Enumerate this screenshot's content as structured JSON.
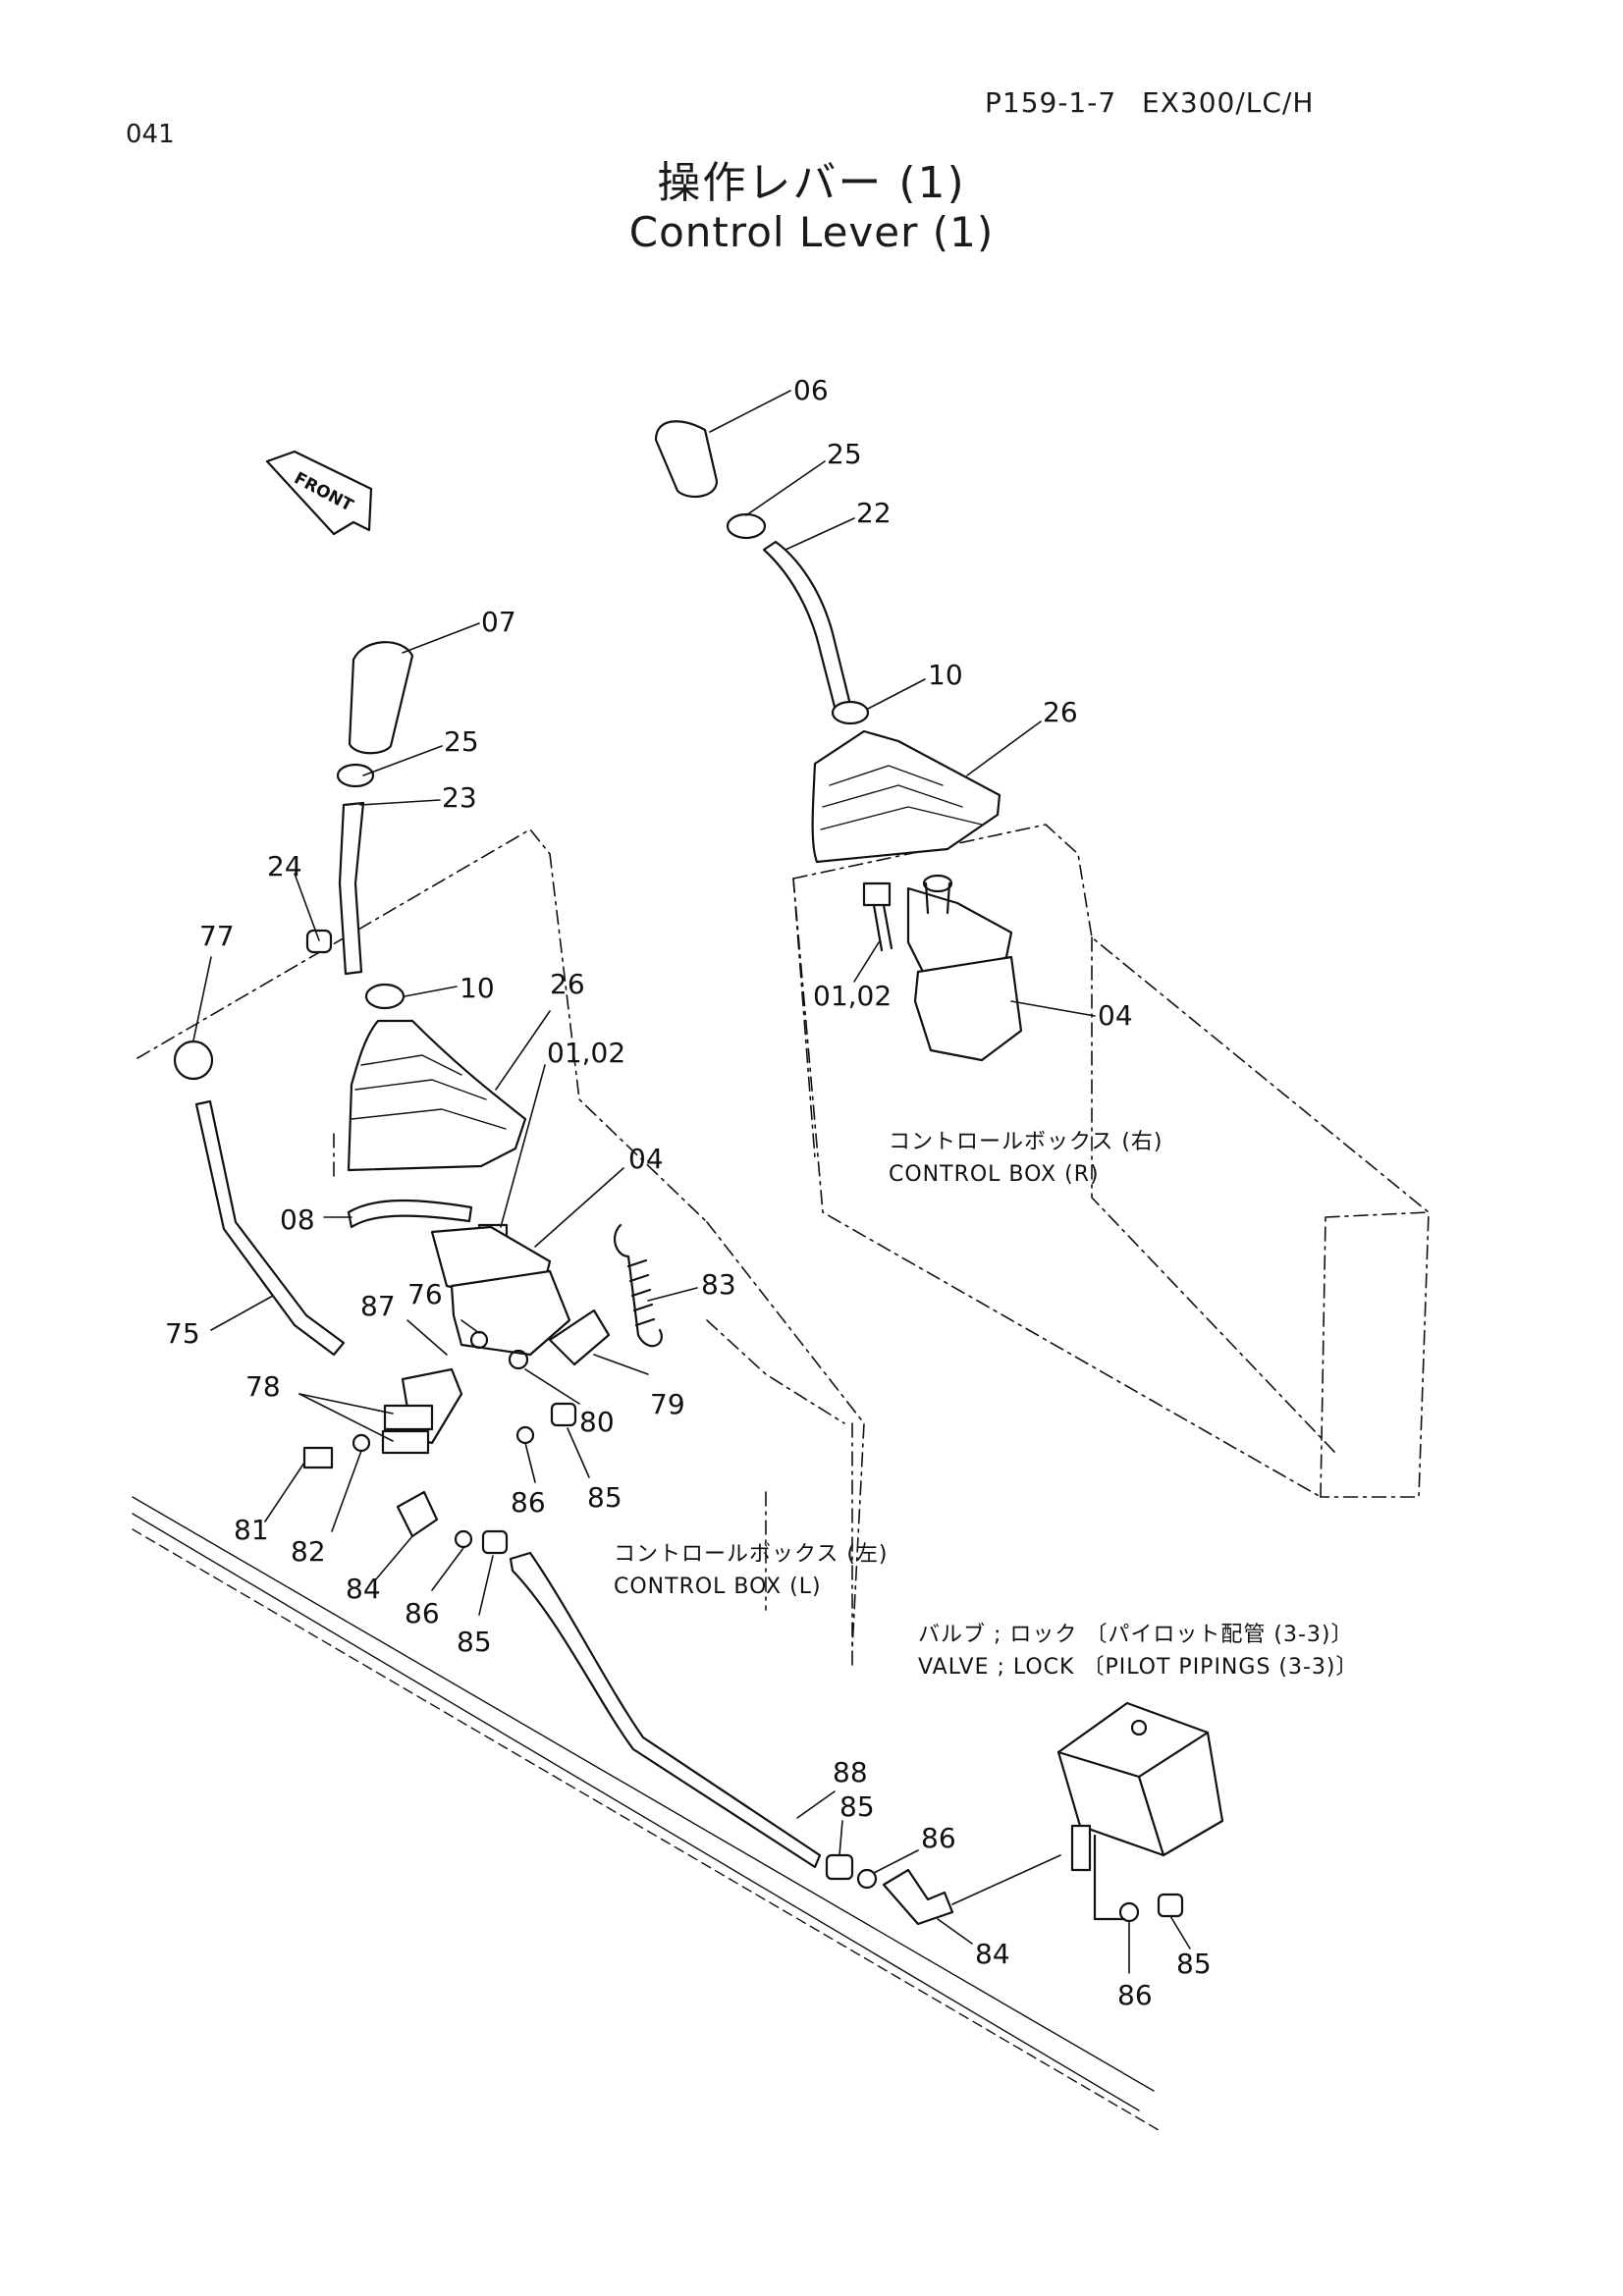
{
  "header": {
    "page_number": "041",
    "doc_ref": "P159-1-7",
    "model": "EX300/LC/H",
    "title_jp": "操作レバー (1)",
    "title_en": "Control Lever (1)"
  },
  "front_indicator": "FRONT",
  "box_labels": {
    "right_jp": "コントロールボックス (右)",
    "right_en": "CONTROL BOX (R)",
    "left_jp": "コントロールボックス (左)",
    "left_en": "CONTROL BOX (L)",
    "valve_jp": "バルブ ; ロック 〔パイロット配管 (3-3)〕",
    "valve_en": "VALVE ; LOCK 〔PILOT PIPINGS (3-3)〕"
  },
  "callouts": [
    {
      "id": "c06",
      "text": "06"
    },
    {
      "id": "c25a",
      "text": "25"
    },
    {
      "id": "c22",
      "text": "22"
    },
    {
      "id": "c10a",
      "text": "10"
    },
    {
      "id": "c26a",
      "text": "26"
    },
    {
      "id": "c0102a",
      "text": "01,02"
    },
    {
      "id": "c04a",
      "text": "04"
    },
    {
      "id": "c07",
      "text": "07"
    },
    {
      "id": "c25b",
      "text": "25"
    },
    {
      "id": "c23",
      "text": "23"
    },
    {
      "id": "c24",
      "text": "24"
    },
    {
      "id": "c77",
      "text": "77"
    },
    {
      "id": "c10b",
      "text": "10"
    },
    {
      "id": "c26b",
      "text": "26"
    },
    {
      "id": "c0102b",
      "text": "01,02"
    },
    {
      "id": "c04b",
      "text": "04"
    },
    {
      "id": "c08",
      "text": "08"
    },
    {
      "id": "c83",
      "text": "83"
    },
    {
      "id": "c87",
      "text": "87"
    },
    {
      "id": "c76",
      "text": "76"
    },
    {
      "id": "c75",
      "text": "75"
    },
    {
      "id": "c78",
      "text": "78"
    },
    {
      "id": "c80",
      "text": "80"
    },
    {
      "id": "c79",
      "text": "79"
    },
    {
      "id": "c81",
      "text": "81"
    },
    {
      "id": "c82",
      "text": "82"
    },
    {
      "id": "c86a",
      "text": "86"
    },
    {
      "id": "c85a",
      "text": "85"
    },
    {
      "id": "c84a",
      "text": "84"
    },
    {
      "id": "c86b",
      "text": "86"
    },
    {
      "id": "c85b",
      "text": "85"
    },
    {
      "id": "c88",
      "text": "88"
    },
    {
      "id": "c85c",
      "text": "85"
    },
    {
      "id": "c86c",
      "text": "86"
    },
    {
      "id": "c84b",
      "text": "84"
    },
    {
      "id": "c86d",
      "text": "86"
    },
    {
      "id": "c85d",
      "text": "85"
    }
  ]
}
